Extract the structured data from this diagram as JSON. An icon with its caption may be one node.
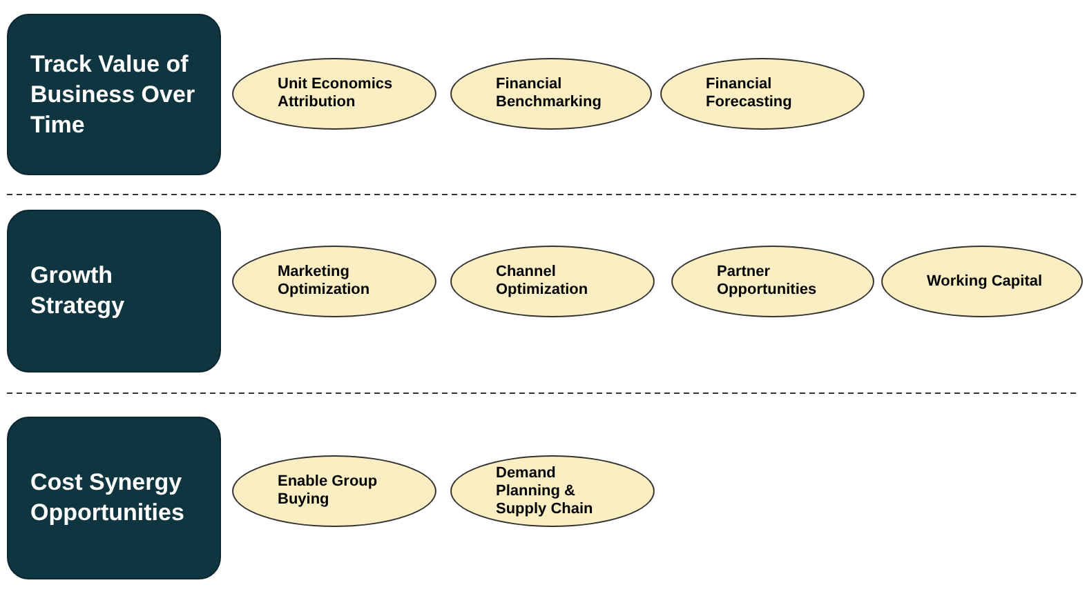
{
  "diagram": {
    "nodes": [
      {
        "text": [
          "Track Value of Business Over Time"
        ]
      },
      {
        "text": [
          "Unit Economics Attribution"
        ]
      },
      {
        "text": [
          "Financial Benchmarking"
        ]
      },
      {
        "text": [
          "Financial Forecasting"
        ]
      },
      {
        "text": [
          "Growth Strategy"
        ]
      },
      {
        "text": [
          "Marketing Optimization"
        ]
      },
      {
        "text": [
          "Channel Optimization"
        ]
      },
      {
        "text": [
          "Partner Opportunities"
        ]
      },
      {
        "text": [
          "Working Capital"
        ]
      },
      {
        "text": [
          "Cost Synergy Opportunities"
        ]
      },
      {
        "text": [
          "Enable Group Buying"
        ]
      },
      {
        "text": [
          "Demand Planning & Supply Chain"
        ]
      }
    ]
  }
}
